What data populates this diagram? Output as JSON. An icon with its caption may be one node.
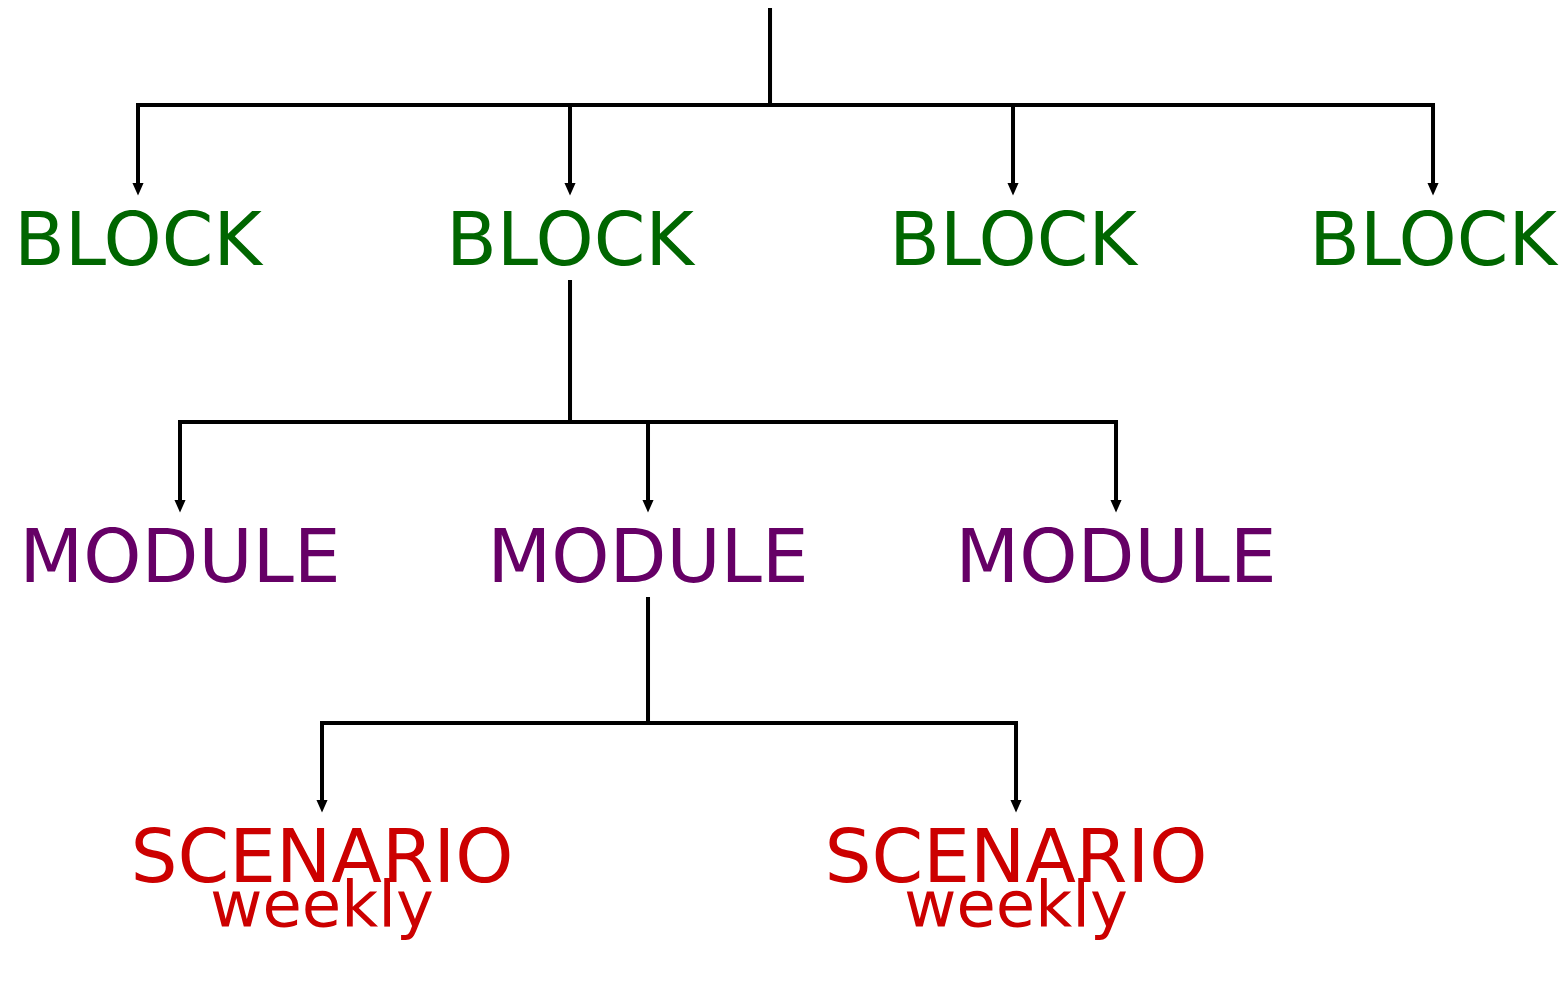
{
  "diagram": {
    "nodes": [
      {
        "text": [
          "BLOCK"
        ]
      },
      {
        "text": [
          "BLOCK"
        ]
      },
      {
        "text": [
          "BLOCK"
        ]
      },
      {
        "text": [
          "BLOCK"
        ]
      },
      {
        "text": [
          "MODULE"
        ]
      },
      {
        "text": [
          "MODULE"
        ]
      },
      {
        "text": [
          "MODULE"
        ]
      },
      {
        "text": [
          "SCENARIO",
          "weekly"
        ]
      },
      {
        "text": [
          "SCENARIO",
          "weekly"
        ]
      }
    ],
    "edges": [
      {
        "from": null,
        "to": 0,
        "arrow": "to"
      },
      {
        "from": null,
        "to": 1,
        "arrow": "to"
      },
      {
        "from": null,
        "to": 2,
        "arrow": "to"
      },
      {
        "from": null,
        "to": 3,
        "arrow": "to"
      },
      {
        "from": 1,
        "to": 4,
        "arrow": "to"
      },
      {
        "from": 1,
        "to": 5,
        "arrow": "to"
      },
      {
        "from": 1,
        "to": 6,
        "arrow": "to"
      },
      {
        "from": 5,
        "to": 7,
        "arrow": "to"
      },
      {
        "from": 5,
        "to": 8,
        "arrow": "to"
      }
    ]
  }
}
